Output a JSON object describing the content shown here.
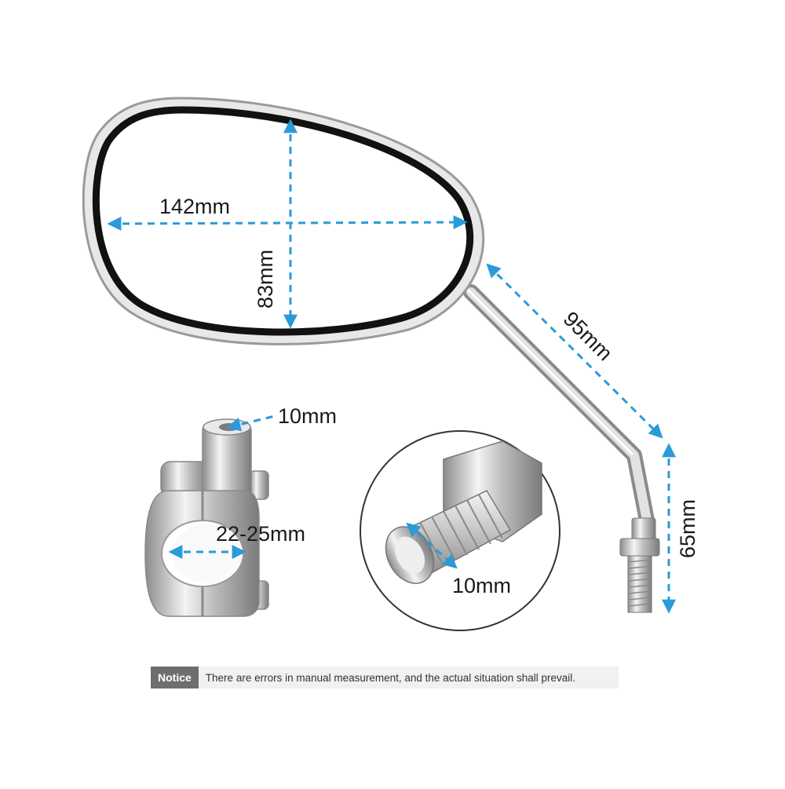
{
  "colors": {
    "dimension_arrow": "#2b9ad8",
    "chrome": "#c9c9c9",
    "mirror_rim": "#111111",
    "notice_tag_bg": "#6e6e6e",
    "notice_bar_bg": "#f1f1f1"
  },
  "dimensions": {
    "mirror_width": "142mm",
    "mirror_height": "83mm",
    "arm_length": "95mm",
    "stem_length": "65mm",
    "clamp_bolt": "10mm",
    "clamp_range": "22-25mm",
    "thread_diameter": "10mm"
  },
  "notice": {
    "tag": "Notice",
    "text": "There are errors in manual measurement, and the actual situation shall prevail."
  }
}
